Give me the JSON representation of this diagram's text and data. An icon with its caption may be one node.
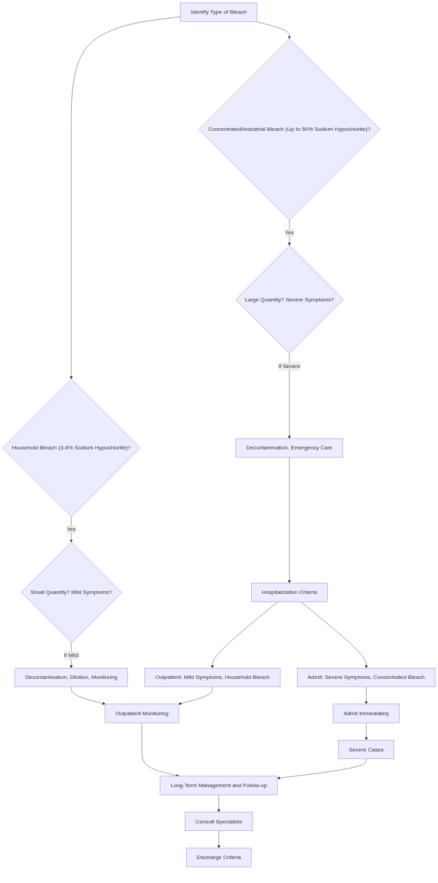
{
  "diagram": {
    "nodes": [
      {
        "text": [
          "Identify Type of Bleach"
        ]
      },
      {
        "text": [
          "Concentrated/Industrial Bleach (Up to 50% Sodium Hypochlorite)?"
        ]
      },
      {
        "text": [
          "Large Quantity? Severe Symptoms?"
        ]
      },
      {
        "text": [
          "Household Bleach (3-6% Sodium Hypochlorite)?"
        ]
      },
      {
        "text": [
          "Decontamination, Emergency Care"
        ]
      },
      {
        "text": [
          "Small Quantity? Mild Symptoms?"
        ]
      },
      {
        "text": [
          "Hospitalization Criteria"
        ]
      },
      {
        "text": [
          "Decontamination, Dilution, Monitoring"
        ]
      },
      {
        "text": [
          "Outpatient: Mild Symptoms, Household Bleach"
        ]
      },
      {
        "text": [
          "Admit: Severe Symptoms, Concentrated Bleach"
        ]
      },
      {
        "text": [
          "Outpatient Monitoring"
        ]
      },
      {
        "text": [
          "Admit Immediately"
        ]
      },
      {
        "text": [
          "Severe Cases"
        ]
      },
      {
        "text": [
          "Long-Term Management and Follow-up"
        ]
      },
      {
        "text": [
          "Consult Specialists"
        ]
      },
      {
        "text": [
          "Discharge Criteria"
        ]
      }
    ],
    "edges": [
      {
        "from": 0,
        "to": 3,
        "arrow": "to"
      },
      {
        "from": 3,
        "to": 5,
        "label": "Yes",
        "arrow": "to"
      },
      {
        "from": 5,
        "to": 7,
        "label": "If Mild",
        "arrow": "to"
      },
      {
        "from": 7,
        "to": 10,
        "arrow": "to"
      },
      {
        "from": 0,
        "to": 1,
        "arrow": "to"
      },
      {
        "from": 1,
        "to": 2,
        "label": "Yes",
        "arrow": "to"
      },
      {
        "from": 2,
        "to": 4,
        "label": "If Severe",
        "arrow": "to"
      },
      {
        "from": 4,
        "to": 6,
        "arrow": "to"
      },
      {
        "from": 6,
        "to": 8,
        "arrow": "to"
      },
      {
        "from": 6,
        "to": 9,
        "arrow": "to"
      },
      {
        "from": 8,
        "to": 10,
        "arrow": "to"
      },
      {
        "from": 9,
        "to": 11,
        "arrow": "to"
      },
      {
        "from": 11,
        "to": 12,
        "arrow": "to"
      },
      {
        "from": 10,
        "to": 13,
        "arrow": "to"
      },
      {
        "from": 12,
        "to": 13,
        "arrow": "to"
      },
      {
        "from": 13,
        "to": 14,
        "arrow": "to"
      },
      {
        "from": 14,
        "to": 15,
        "arrow": "to"
      }
    ]
  }
}
